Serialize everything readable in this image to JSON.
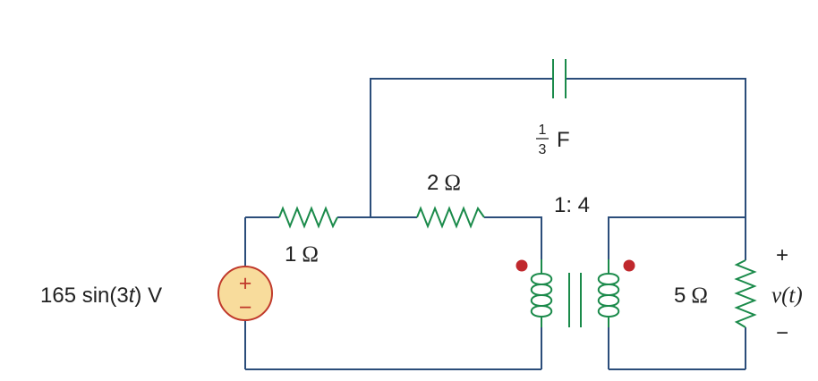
{
  "source": {
    "label": "165 sin(3t) V",
    "amp": "165 sin(3",
    "t": "t",
    "close": ") V",
    "plus": "+",
    "minus": "−"
  },
  "r1": {
    "label": "1 Ω",
    "num": "1",
    "unit": "Ω"
  },
  "r2": {
    "label": "2 Ω",
    "num": "2",
    "unit": "Ω"
  },
  "cap": {
    "label": "1/3 F",
    "num": "1",
    "den": "3",
    "unit": "F"
  },
  "transformer": {
    "ratio": "1: 4"
  },
  "r5": {
    "label": "5 Ω",
    "num": "5",
    "unit": "Ω"
  },
  "output": {
    "plus": "+",
    "v": "v",
    "rest": "(t)",
    "minus": "−"
  },
  "colors": {
    "wire": "#2b4d7a",
    "component": "#1a8a4a",
    "source_fill": "#f8dc9c",
    "source_stroke": "#c0392b",
    "dot": "#c0282d"
  }
}
